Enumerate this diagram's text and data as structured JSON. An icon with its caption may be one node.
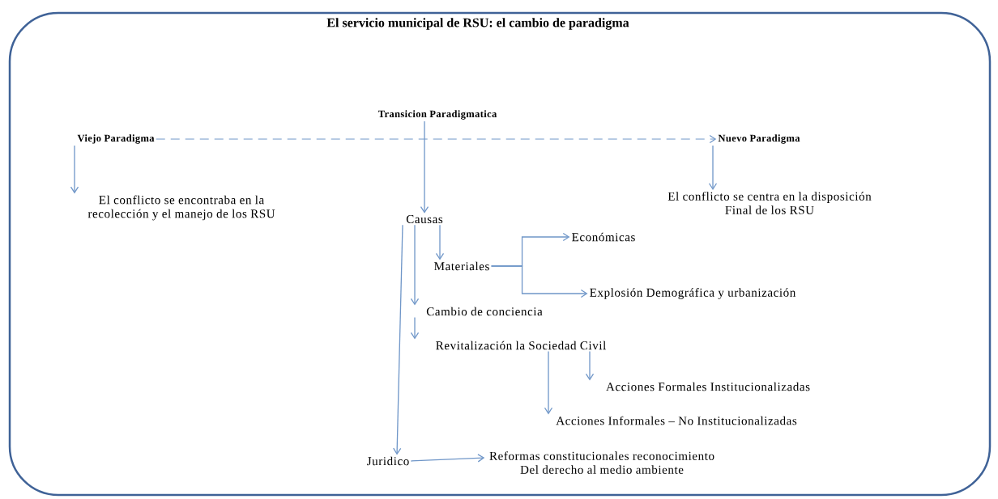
{
  "diagram": {
    "title": "El servicio municipal de RSU: el cambio de paradigma",
    "nodes": [
      {
        "text": [
          "Transicion Paradigmatica"
        ]
      },
      {
        "text": [
          "Viejo Paradigma"
        ]
      },
      {
        "text": [
          "Nuevo Paradigma"
        ]
      },
      {
        "text": [
          "El conflicto se encontraba en la recolección y el manejo de los RSU"
        ]
      },
      {
        "text": [
          "El conflicto se centra en la disposición Final de los RSU"
        ]
      },
      {
        "text": [
          "Causas"
        ]
      },
      {
        "text": [
          "Materiales"
        ]
      },
      {
        "text": [
          "Económicas"
        ]
      },
      {
        "text": [
          "Explosión Demográfica y urbanización"
        ]
      },
      {
        "text": [
          "Cambio de conciencia"
        ]
      },
      {
        "text": [
          "Revitalización la Sociedad Civil"
        ]
      },
      {
        "text": [
          "Acciones Formales    Institucionalizadas"
        ]
      },
      {
        "text": [
          "Acciones Informales – No Institucionalizadas"
        ]
      },
      {
        "text": [
          "Juridico"
        ]
      },
      {
        "text": [
          "Reformas constitucionales reconocimiento Del derecho al medio ambiente"
        ]
      }
    ],
    "edges": [
      {
        "from": 1,
        "to": 2,
        "arrow": "to",
        "style": "dashed"
      },
      {
        "from": 0,
        "to": 5,
        "arrow": "to"
      },
      {
        "from": 1,
        "to": 3,
        "arrow": "to"
      },
      {
        "from": 2,
        "to": 4,
        "arrow": "to"
      },
      {
        "from": 5,
        "to": 6,
        "arrow": "to"
      },
      {
        "from": 5,
        "to": 9,
        "arrow": "to"
      },
      {
        "from": 5,
        "to": 13,
        "arrow": "to"
      },
      {
        "from": 6,
        "to": 7,
        "arrow": "to"
      },
      {
        "from": 6,
        "to": 8,
        "arrow": "to"
      },
      {
        "from": 9,
        "to": 10,
        "arrow": "to"
      },
      {
        "from": 10,
        "to": 11,
        "arrow": "to"
      },
      {
        "from": 10,
        "to": 12,
        "arrow": "to"
      },
      {
        "from": 13,
        "to": 14,
        "arrow": "to"
      }
    ]
  }
}
